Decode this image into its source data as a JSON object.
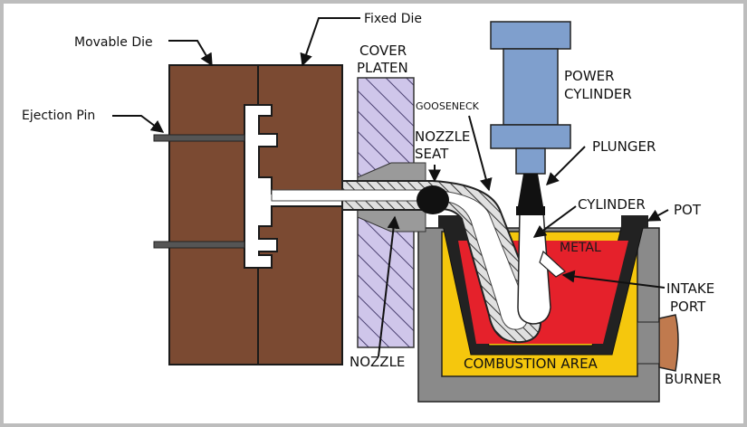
{
  "labels": {
    "fixed_die": "Fixed Die",
    "movable_die": "Movable Die",
    "ejection_pin": "Ejection Pin",
    "cover_platen_1": "COVER",
    "cover_platen_2": "PLATEN",
    "gooseneck": "GOOSENECK",
    "power_cylinder_1": "POWER",
    "power_cylinder_2": "CYLINDER",
    "nozzle_seat_1": "NOZZLE",
    "nozzle_seat_2": "SEAT",
    "plunger": "PLUNGER",
    "cylinder": "CYLINDER",
    "pot": "POT",
    "metal": "METAL",
    "intake_port_1": "INTAKE",
    "intake_port_2": "PORT",
    "nozzle": "NOZZLE",
    "combustion_area": "COMBUSTION AREA",
    "burner": "BURNER"
  },
  "colors": {
    "die": "#7b4a32",
    "die_line": "#1a1a1a",
    "platen": "#c9bfe8",
    "cylinder_blue": "#7f9fcd",
    "metal_red": "#e5212b",
    "combustion_yellow": "#f5c70d",
    "pot_dark": "#222222",
    "furnace_gray": "#8a8a8a",
    "burner_brown": "#c07a4e",
    "nozzle_gray": "#9a9a9a"
  }
}
